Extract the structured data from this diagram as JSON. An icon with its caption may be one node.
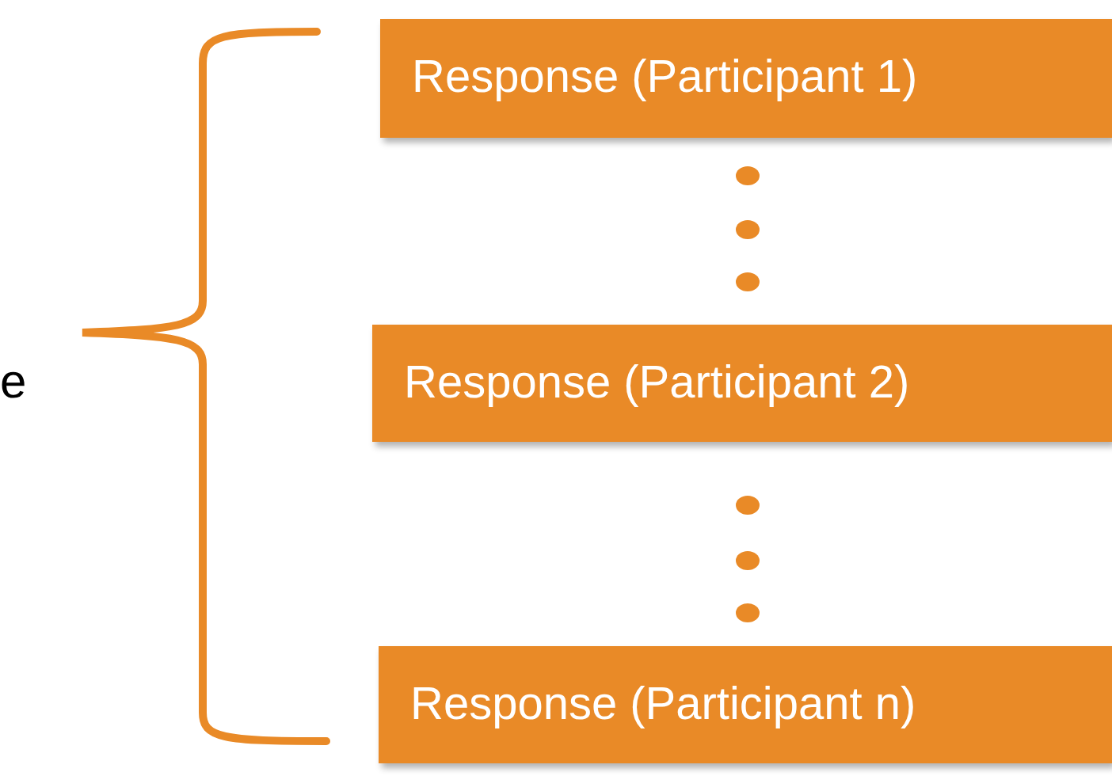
{
  "diagram": {
    "nodes": [
      {
        "text": [
          "Response (Participant 1)"
        ]
      },
      {
        "text": [
          "Response (Participant 2)"
        ]
      },
      {
        "text": [
          "Response (Participant n)"
        ]
      }
    ],
    "labels": [
      "e"
    ]
  }
}
